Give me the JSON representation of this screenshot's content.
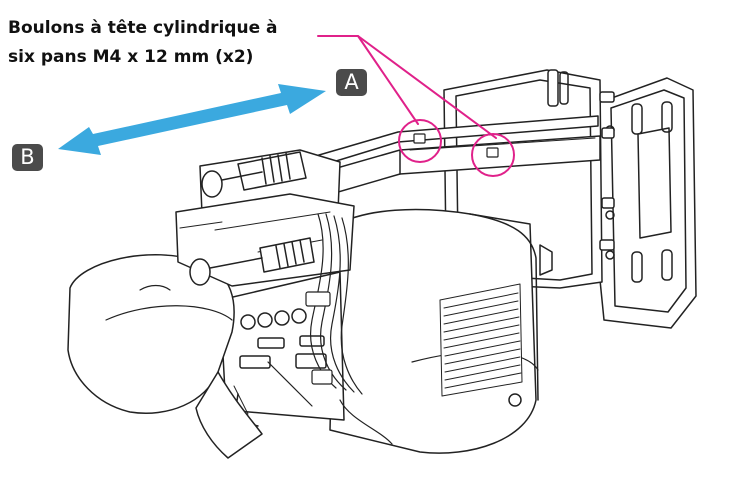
{
  "callout": {
    "line1": "Boulons à tête cylindrique à",
    "line2": "six pans M4 x 12 mm (x2)"
  },
  "direction_labels": {
    "a": "A",
    "b": "B"
  },
  "colors": {
    "callout_line": "#e0218a",
    "arrow": "#3ba9df",
    "label_background": "#4b4b4b",
    "label_text": "#ffffff",
    "outline": "#222222"
  },
  "icons": {
    "arrow": "double-headed-arrow-icon",
    "highlight": "highlight-circle-icon"
  }
}
